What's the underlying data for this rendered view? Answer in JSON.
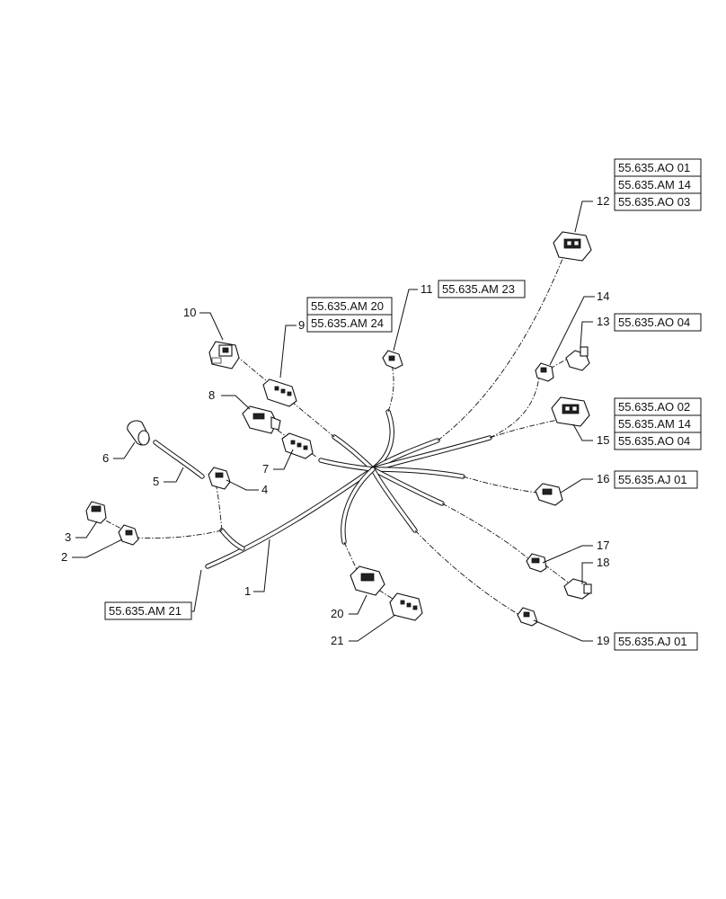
{
  "items": [
    {
      "id": "1",
      "label": "1"
    },
    {
      "id": "2",
      "label": "2"
    },
    {
      "id": "3",
      "label": "3"
    },
    {
      "id": "4",
      "label": "4"
    },
    {
      "id": "5",
      "label": "5"
    },
    {
      "id": "6",
      "label": "6"
    },
    {
      "id": "7",
      "label": "7"
    },
    {
      "id": "8",
      "label": "8"
    },
    {
      "id": "9",
      "label": "9"
    },
    {
      "id": "10",
      "label": "10"
    },
    {
      "id": "11",
      "label": "11"
    },
    {
      "id": "12",
      "label": "12"
    },
    {
      "id": "13",
      "label": "13"
    },
    {
      "id": "14",
      "label": "14"
    },
    {
      "id": "15",
      "label": "15"
    },
    {
      "id": "16",
      "label": "16"
    },
    {
      "id": "17",
      "label": "17"
    },
    {
      "id": "18",
      "label": "18"
    },
    {
      "id": "19",
      "label": "19"
    },
    {
      "id": "20",
      "label": "20"
    },
    {
      "id": "21",
      "label": "21"
    }
  ],
  "references": {
    "item1": "55.635.AM 21",
    "item9_a": "55.635.AM 20",
    "item9_b": "55.635.AM 24",
    "item11": "55.635.AM 23",
    "item12_a": "55.635.AO 01",
    "item12_b": "55.635.AM 14",
    "item12_c": "55.635.AO 03",
    "item13": "55.635.AO 04",
    "item15_a": "55.635.AO 02",
    "item15_b": "55.635.AM 14",
    "item15_c": "55.635.AO 04",
    "item16": "55.635.AJ 01",
    "item19": "55.635.AJ 01"
  }
}
